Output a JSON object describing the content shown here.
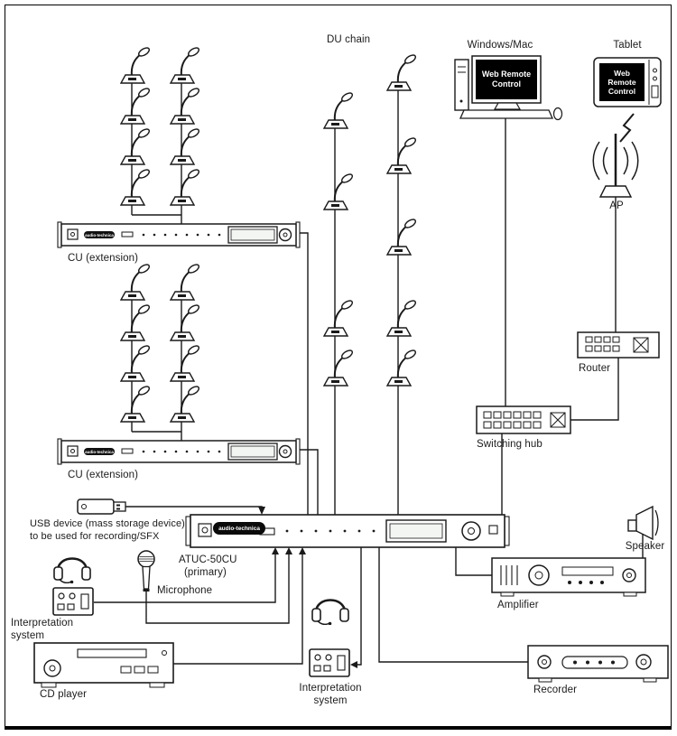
{
  "diagram": {
    "brand": "audio-technica",
    "colors": {
      "line": "#1a1a1a",
      "screen_bg": "#000000",
      "screen_text": "#ffffff"
    },
    "labels": {
      "du_chain": "DU chain",
      "windows_mac": "Windows/Mac",
      "tablet": "Tablet",
      "web_remote": "Web Remote Control",
      "ap": "AP",
      "router": "Router",
      "switching_hub": "Switching hub",
      "cu_extension": "CU (extension)",
      "atuc_model": "ATUC-50CU",
      "atuc_role": "(primary)",
      "usb_note_line1": "USB device (mass storage device)",
      "usb_note_line2": "to be used for recording/SFX",
      "interpretation_line1": "Interpretation",
      "interpretation_line2": "system",
      "microphone": "Microphone",
      "cd_player": "CD player",
      "amplifier": "Amplifier",
      "speaker": "Speaker",
      "recorder": "Recorder"
    }
  }
}
